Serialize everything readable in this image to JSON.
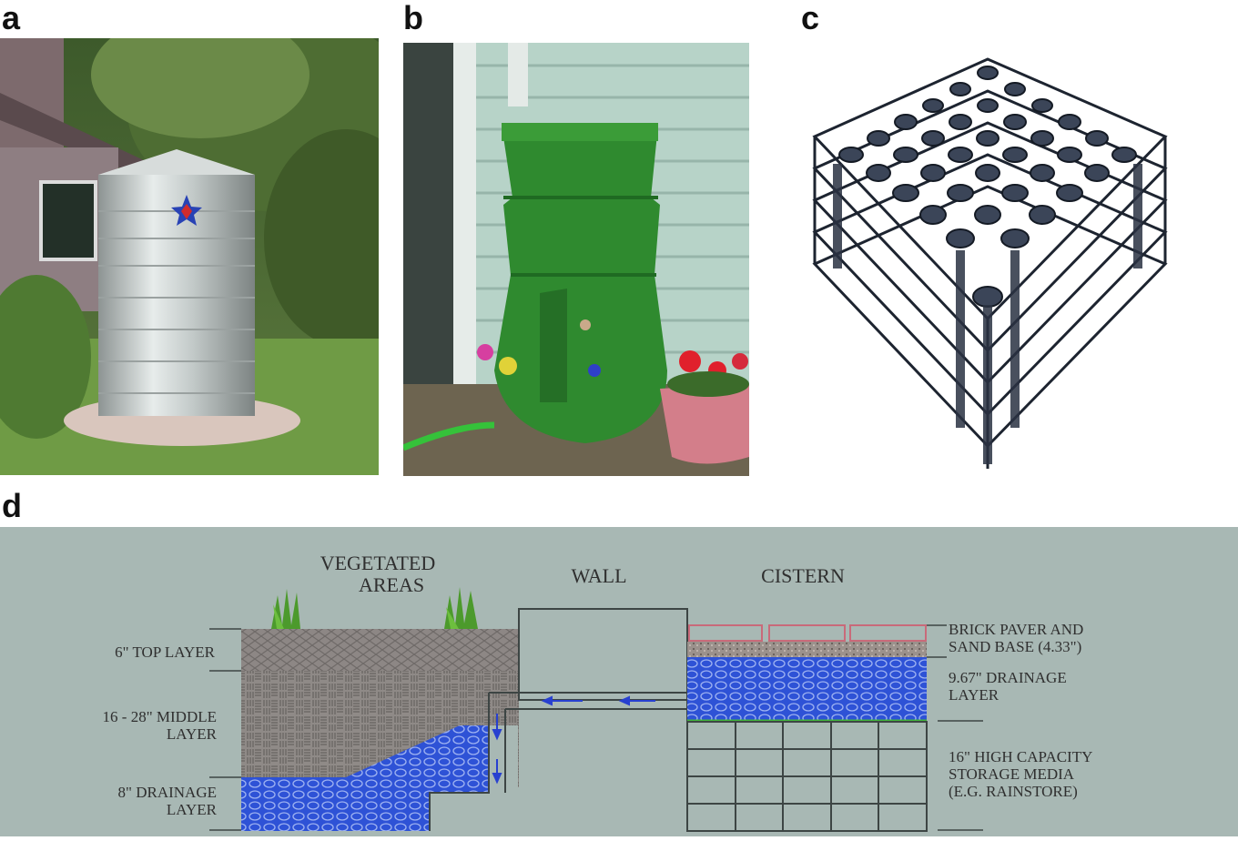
{
  "panels": {
    "a": {
      "letter": "a"
    },
    "b": {
      "letter": "b"
    },
    "c": {
      "letter": "c"
    },
    "d": {
      "letter": "d"
    }
  },
  "diagram": {
    "headers": {
      "vegetated_line1": "VEGETATED",
      "vegetated_line2": "AREAS",
      "wall": "WALL",
      "cistern": "CISTERN"
    },
    "left_labels": {
      "top_layer": "6\" TOP LAYER",
      "middle_line1": "16 - 28\" MIDDLE",
      "middle_line2": "LAYER",
      "drainage_line1": "8\" DRAINAGE",
      "drainage_line2": "LAYER"
    },
    "right_labels": {
      "brick_line1": "BRICK PAVER AND",
      "brick_line2": "SAND BASE (4.33\")",
      "drain_line1": "9.67\" DRAINAGE",
      "drain_line2": "LAYER",
      "storage_line1": "16\" HIGH CAPACITY",
      "storage_line2": "STORAGE MEDIA",
      "storage_line3": "(E.G. RAINSTORE)"
    },
    "colors": {
      "background": "#a8b8b4",
      "soil": "#8f8a87",
      "water": "#2d4fd8",
      "brick": "#c96a7a",
      "grass": "#4c9a2c"
    }
  }
}
